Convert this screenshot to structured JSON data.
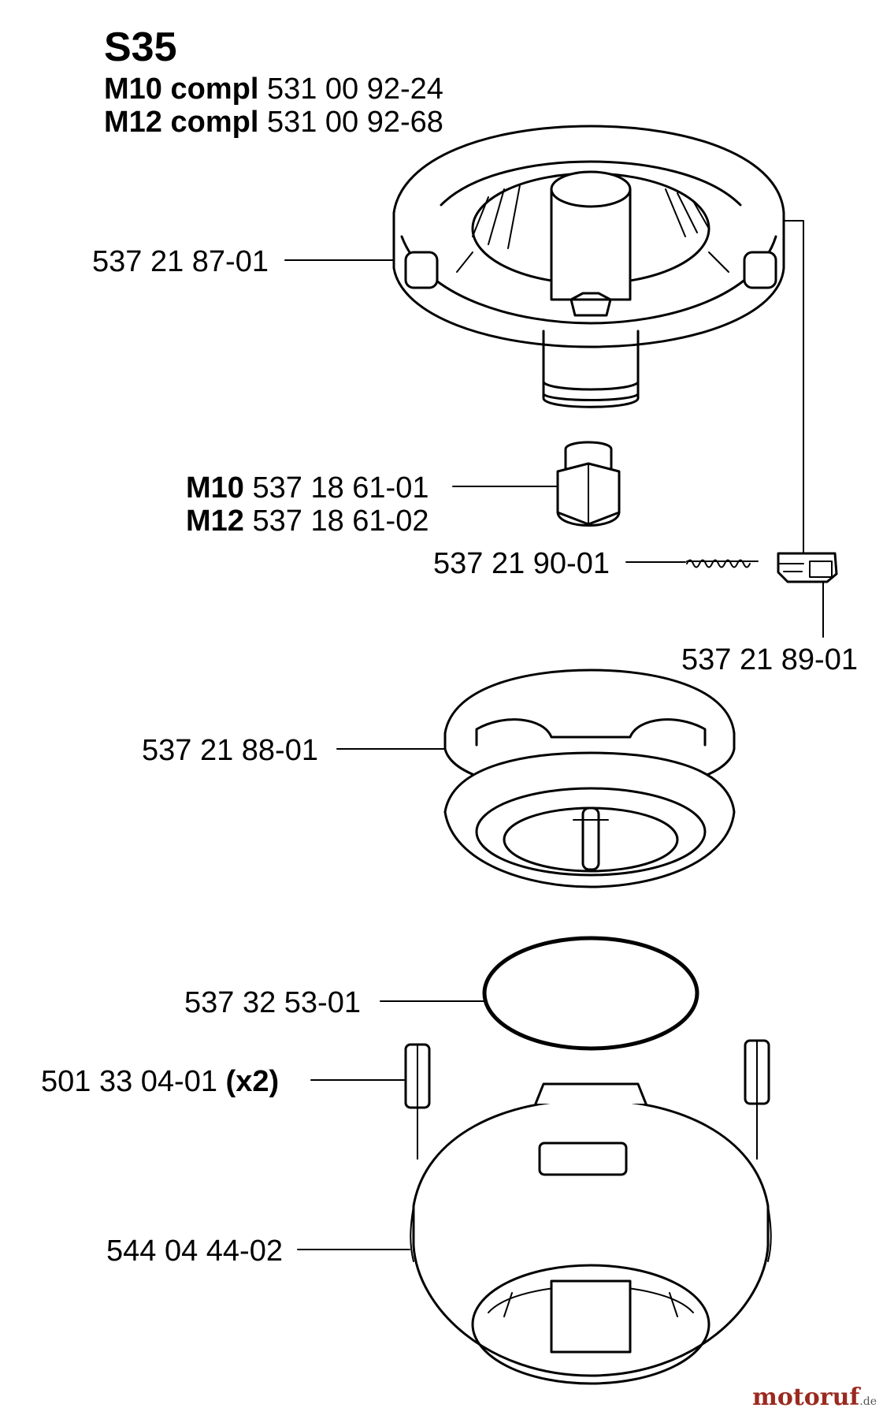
{
  "header": {
    "title": "S35",
    "kits": [
      {
        "model": "M10 compl",
        "part": "531 00 92-24"
      },
      {
        "model": "M12 compl",
        "part": "531 00 92-68"
      }
    ]
  },
  "parts": {
    "cover": {
      "part": "537 21 87-01"
    },
    "nut": {
      "variants": [
        {
          "model": "M10",
          "part": "537 18 61-01"
        },
        {
          "model": "M12",
          "part": "537 18 61-02"
        }
      ]
    },
    "spring": {
      "part": "537 21 90-01"
    },
    "latch": {
      "part": "537 21 89-01"
    },
    "spool": {
      "part": "537 21 88-01"
    },
    "o_ring": {
      "part": "537 32 53-01"
    },
    "eyelet": {
      "part": "501 33 04-01",
      "qty": "(x2)"
    },
    "housing": {
      "part": "544 04 44-02"
    }
  },
  "watermark": {
    "brand": "motoruf",
    "suffix": ".de",
    "color": "#9a2a1f"
  }
}
